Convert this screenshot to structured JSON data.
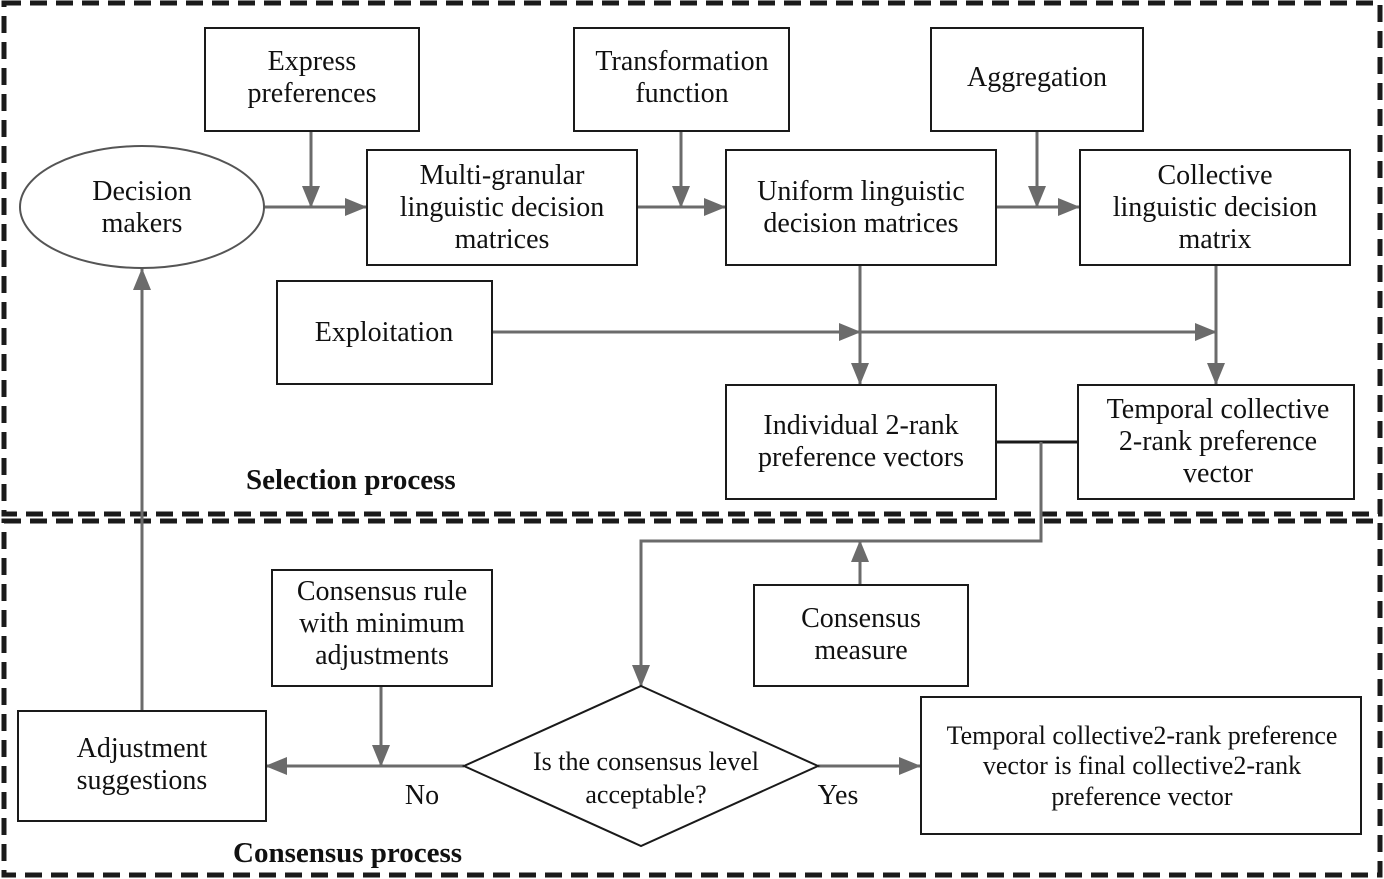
{
  "regions": {
    "selection": "Selection process",
    "consensus": "Consensus process"
  },
  "nodes": {
    "express_preferences": [
      "Express",
      "preferences"
    ],
    "transformation_function": [
      "Transformation",
      "function"
    ],
    "aggregation": [
      "Aggregation"
    ],
    "decision_makers": [
      "Decision",
      "makers"
    ],
    "multi_granular": [
      "Multi-granular",
      "linguistic decision",
      "matrices"
    ],
    "uniform": [
      "Uniform linguistic",
      "decision matrices"
    ],
    "collective": [
      "Collective",
      "linguistic decision",
      "matrix"
    ],
    "exploitation": [
      "Exploitation"
    ],
    "individual": [
      "Individual 2-rank",
      "preference vectors"
    ],
    "temporal": [
      "Temporal collective",
      "2-rank preference",
      "vector"
    ],
    "consensus_rule": [
      "Consensus rule",
      "with minimum",
      "adjustments"
    ],
    "consensus_measure": [
      "Consensus",
      "measure"
    ],
    "adjustment": [
      "Adjustment",
      "suggestions"
    ],
    "decision": [
      "Is the consensus level",
      "acceptable?"
    ],
    "final": [
      "Temporal collective2-rank preference",
      "vector is final collective2-rank",
      "preference vector"
    ]
  },
  "edge_labels": {
    "no": "No",
    "yes": "Yes"
  },
  "colors": {
    "arrow": "#6b6b6b",
    "border": "#1a1a1a",
    "background": "#ffffff"
  }
}
